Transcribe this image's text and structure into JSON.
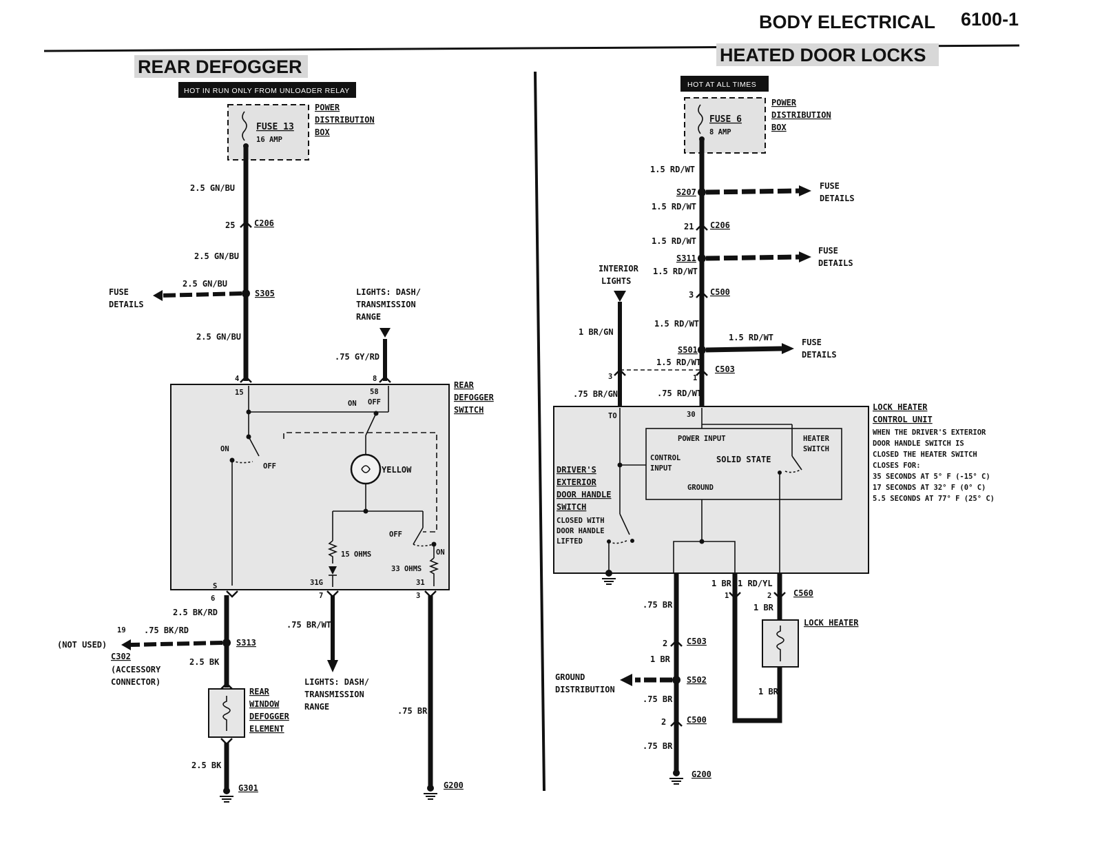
{
  "header": {
    "section": "BODY ELECTRICAL",
    "page": "6100-1"
  },
  "left": {
    "title": "REAR DEFOGGER",
    "banner": "HOT IN RUN ONLY FROM UNLOADER RELAY",
    "fuse": {
      "name": "FUSE 13",
      "rating": "16 AMP"
    },
    "pdb": [
      "POWER",
      "DISTRIBUTION",
      "BOX"
    ],
    "wires": {
      "w1": "2.5 GN/BU",
      "w2": "2.5 GN/BU",
      "w3": "2.5 GN/BU",
      "w4": "2.5 GN/BU",
      "gyrd": ".75 GY/RD",
      "bkrd": "2.5 BK/RD",
      "bkrd2": ".75 BK/RD",
      "bk": "2.5 BK",
      "bk2": "2.5 BK",
      "brwt": ".75 BR/WT",
      "br": ".75 BR"
    },
    "c206": "C206",
    "c206_pin": "25",
    "s305": "S305",
    "fuse_details": [
      "FUSE",
      "DETAILS"
    ],
    "lights_top": [
      "LIGHTS: DASH/",
      "TRANSMISSION",
      "RANGE"
    ],
    "lights_bottom": [
      "LIGHTS: DASH/",
      "TRANSMISSION",
      "RANGE"
    ],
    "switch": {
      "name": [
        "REAR",
        "DEFOGGER",
        "SWITCH"
      ],
      "pins": {
        "p4": "4",
        "p15": "15",
        "p8": "8",
        "p58": "58",
        "pS": "S",
        "p31G": "31G",
        "p31": "31",
        "p6": "6",
        "p7": "7",
        "p3": "3"
      },
      "on1": "ON",
      "off1": "OFF",
      "on2": "ON",
      "off2": "OFF",
      "off3": "OFF",
      "on3": "ON",
      "lamp": "YELLOW",
      "r1": "15 OHMS",
      "r2": "33 OHMS"
    },
    "s313": "S313",
    "pin19": "19",
    "not_used": "(NOT USED)",
    "c302": "C302",
    "acc": [
      "(ACCESSORY",
      "CONNECTOR)"
    ],
    "element": [
      "REAR",
      "WINDOW",
      "DEFOGGER",
      "ELEMENT"
    ],
    "g301": "G301",
    "g200": "G200"
  },
  "right": {
    "title": "HEATED DOOR LOCKS",
    "banner": "HOT AT ALL TIMES",
    "fuse": {
      "name": "FUSE 6",
      "rating": "8 AMP"
    },
    "pdb": [
      "POWER",
      "DISTRIBUTION",
      "BOX"
    ],
    "wires": {
      "a": "1.5 RD/WT",
      "b": "1.5 RD/WT",
      "c": "1.5 RD/WT",
      "d": "1.5 RD/WT",
      "e": "1.5 RD/WT",
      "f": "1.5 RD/WT",
      "g": "1.5 RD/WT",
      "h": ".75 RD/WT",
      "brgn": "1 BR/GN",
      "brgn2": ".75 BR/GN",
      "br1": "1 BR",
      "rdyl": "1 RD/YL",
      "br2": "1 BR",
      "br3": "1 BR",
      "br75a": ".75 BR",
      "br1b": "1 BR",
      "br75b": ".75 BR",
      "br75c": ".75 BR"
    },
    "s207": "S207",
    "s311": "S311",
    "s501": "S501",
    "c206": "C206",
    "c206_pin": "21",
    "c500": "C500",
    "c500_pin": "3",
    "c503": "C503",
    "c503_pin_l": "3",
    "c503_pin_r": "1",
    "fuse_details": [
      "FUSE",
      "DETAILS"
    ],
    "interior": [
      "INTERIOR",
      "LIGHTS"
    ],
    "unit": {
      "name": [
        "LOCK HEATER",
        "CONTROL UNIT"
      ],
      "desc": [
        "WHEN THE DRIVER'S EXTERIOR",
        "DOOR HANDLE SWITCH IS",
        "CLOSED THE HEATER SWITCH",
        "CLOSES FOR:",
        "35 SECONDS AT 5° F (-15° C)",
        "17 SECONDS AT 32° F (0° C)",
        "5.5 SECONDS AT 77° F (25° C)"
      ],
      "pin30": "30",
      "pinTO": "TO",
      "power_input": "POWER INPUT",
      "control": "CONTROL",
      "input": "INPUT",
      "solid_state": "SOLID STATE",
      "ground": "GROUND",
      "heater_switch": [
        "HEATER",
        "SWITCH"
      ]
    },
    "door_switch": [
      "DRIVER'S",
      "EXTERIOR",
      "DOOR HANDLE",
      "SWITCH"
    ],
    "door_switch_note": [
      "CLOSED WITH",
      "DOOR HANDLE",
      "LIFTED"
    ],
    "c560": "C560",
    "pin1": "1",
    "pin2": "2",
    "lock_heater": "LOCK HEATER",
    "c503b": "C503",
    "c503b_pin": "2",
    "s502": "S502",
    "ground_dist": [
      "GROUND",
      "DISTRIBUTION"
    ],
    "c500b": "C500",
    "c500b_pin": "2",
    "g200": "G200"
  }
}
